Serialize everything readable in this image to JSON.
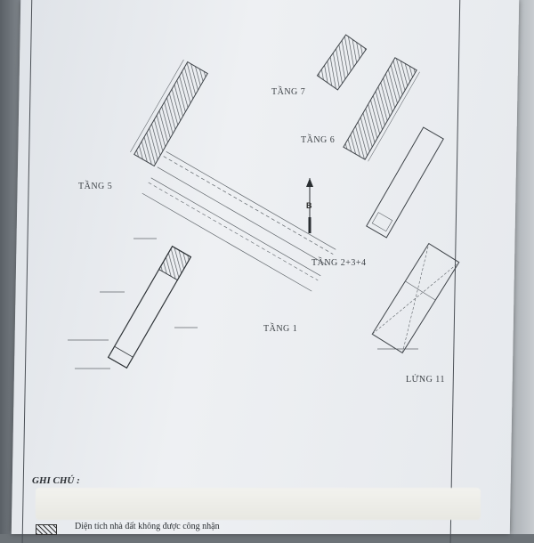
{
  "document": {
    "floors": {
      "tang_7": "TẦNG 7",
      "tang_6": "TẦNG 6",
      "tang_5": "TẦNG 5",
      "tang_234": "TẦNG 2+3+4",
      "tang_1": "TẦNG 1",
      "lung": "LỬNG 11"
    },
    "north_label": "B",
    "notes_label": "GHI CHÚ :",
    "legend_text": "Diện tích nhà đất không được công nhận"
  }
}
